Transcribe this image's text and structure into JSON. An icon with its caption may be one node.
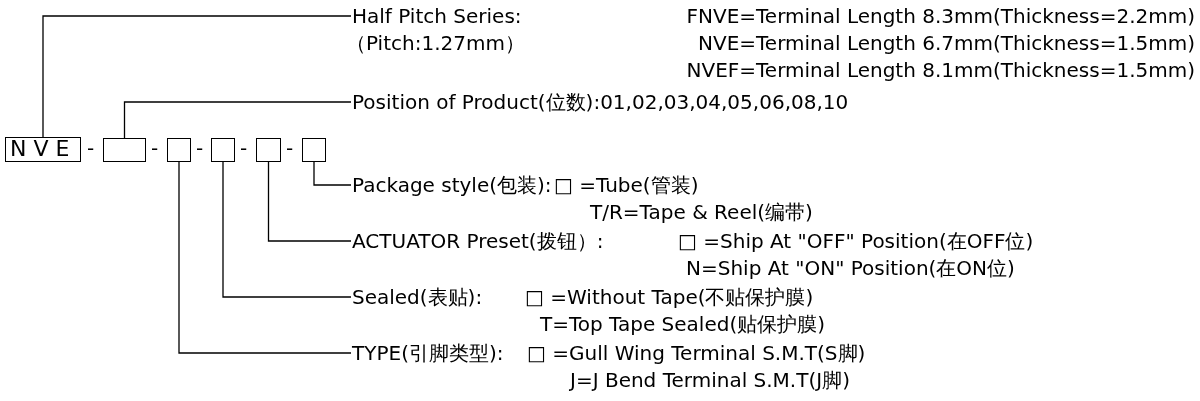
{
  "diagram": {
    "nodes": [
      {
        "text": [
          "NVE"
        ]
      },
      {
        "text": [],
        "shape": "box"
      },
      {
        "text": [],
        "shape": "box"
      },
      {
        "text": [],
        "shape": "box"
      },
      {
        "text": [],
        "shape": "box"
      },
      {
        "text": [],
        "shape": "box"
      },
      {
        "text": [
          "Half Pitch Series:",
          "（Pitch:1.27mm）",
          "FNVE=Terminal Length 8.3mm(Thickness=2.2mm)",
          "NVE=Terminal Length 6.7mm(Thickness=1.5mm)",
          "NVEF=Terminal Length 8.1mm(Thickness=1.5mm)"
        ]
      },
      {
        "text": [
          "Position of Product(位数):01,02,03,04,05,06,08,10"
        ]
      },
      {
        "text": [
          "Package style(包装):",
          "□ =Tube(管装)",
          "T/R=Tape & Reel(编带)"
        ]
      },
      {
        "text": [
          "ACTUATOR Preset(拨钮）:",
          "□ =Ship At \"OFF\" Position(在OFF位)",
          "N=Ship At \"ON\" Position(在ON位)"
        ]
      },
      {
        "text": [
          "Sealed(表贴):",
          "□ =Without Tape(不贴保护膜)",
          "T=Top Tape Sealed(贴保护膜)"
        ]
      },
      {
        "text": [
          "TYPE(引脚类型):",
          "□ =Gull Wing Terminal S.M.T(S脚)",
          "J=J Bend Terminal S.M.T(J脚)"
        ]
      }
    ],
    "edges": [
      {
        "from": 0,
        "to": 6,
        "arrow": "none"
      },
      {
        "from": 1,
        "to": 7,
        "arrow": "none"
      },
      {
        "from": 5,
        "to": 8,
        "arrow": "none"
      },
      {
        "from": 4,
        "to": 9,
        "arrow": "none"
      },
      {
        "from": 3,
        "to": 10,
        "arrow": "none"
      },
      {
        "from": 2,
        "to": 11,
        "arrow": "none"
      }
    ],
    "labels": [
      "-",
      "-",
      "-",
      "-",
      "-"
    ]
  }
}
